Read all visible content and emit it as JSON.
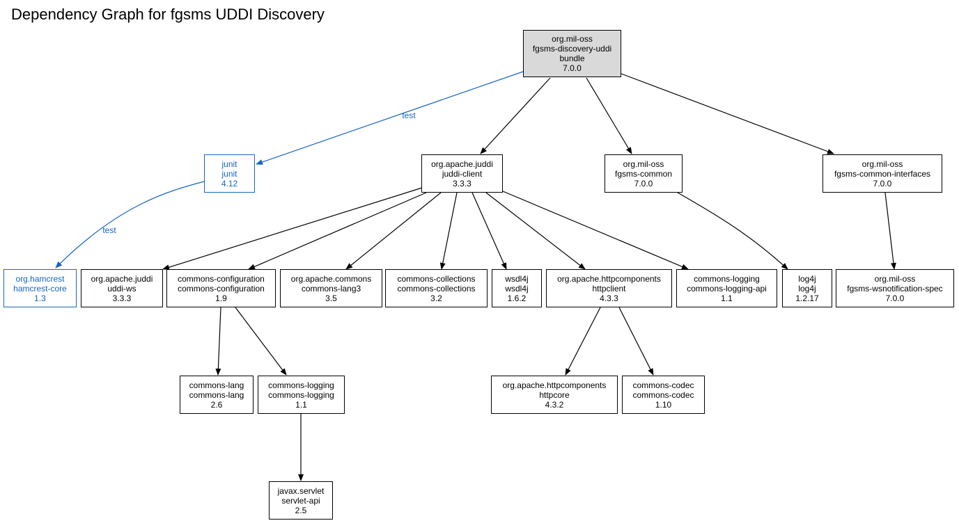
{
  "title": "Dependency Graph for fgsms UDDI Discovery",
  "colors": {
    "normal": "#000000",
    "test": "#1565c0",
    "root_fill": "#d9d9d9"
  },
  "nodes": {
    "root": {
      "group": "org.mil-oss",
      "artifact": "fgsms-discovery-uddi",
      "type": "bundle",
      "version": "7.0.0"
    },
    "junit": {
      "group": "junit",
      "artifact": "junit",
      "version": "4.12"
    },
    "hamcrest": {
      "group": "org.hamcrest",
      "artifact": "hamcrest-core",
      "version": "1.3"
    },
    "juddi_client": {
      "group": "org.apache.juddi",
      "artifact": "juddi-client",
      "version": "3.3.3"
    },
    "fgsms_common": {
      "group": "org.mil-oss",
      "artifact": "fgsms-common",
      "version": "7.0.0"
    },
    "fgsms_common_interfaces": {
      "group": "org.mil-oss",
      "artifact": "fgsms-common-interfaces",
      "version": "7.0.0"
    },
    "uddi_ws": {
      "group": "org.apache.juddi",
      "artifact": "uddi-ws",
      "version": "3.3.3"
    },
    "commons_configuration": {
      "group": "commons-configuration",
      "artifact": "commons-configuration",
      "version": "1.9"
    },
    "commons_lang3": {
      "group": "org.apache.commons",
      "artifact": "commons-lang3",
      "version": "3.5"
    },
    "commons_collections": {
      "group": "commons-collections",
      "artifact": "commons-collections",
      "version": "3.2"
    },
    "wsdl4j": {
      "group": "wsdl4j",
      "artifact": "wsdl4j",
      "version": "1.6.2"
    },
    "httpclient": {
      "group": "org.apache.httpcomponents",
      "artifact": "httpclient",
      "version": "4.3.3"
    },
    "commons_logging_api": {
      "group": "commons-logging",
      "artifact": "commons-logging-api",
      "version": "1.1"
    },
    "log4j": {
      "group": "log4j",
      "artifact": "log4j",
      "version": "1.2.17"
    },
    "wsnotification_spec": {
      "group": "org.mil-oss",
      "artifact": "fgsms-wsnotification-spec",
      "version": "7.0.0"
    },
    "commons_lang": {
      "group": "commons-lang",
      "artifact": "commons-lang",
      "version": "2.6"
    },
    "commons_logging": {
      "group": "commons-logging",
      "artifact": "commons-logging",
      "version": "1.1"
    },
    "httpcore": {
      "group": "org.apache.httpcomponents",
      "artifact": "httpcore",
      "version": "4.3.2"
    },
    "commons_codec": {
      "group": "commons-codec",
      "artifact": "commons-codec",
      "version": "1.10"
    },
    "servlet_api": {
      "group": "javax.servlet",
      "artifact": "servlet-api",
      "version": "2.5"
    }
  },
  "edges": [
    {
      "from": "root",
      "to": "junit",
      "scope": "test",
      "label": "test"
    },
    {
      "from": "junit",
      "to": "hamcrest",
      "scope": "test",
      "label": "test"
    },
    {
      "from": "root",
      "to": "juddi_client"
    },
    {
      "from": "root",
      "to": "fgsms_common"
    },
    {
      "from": "root",
      "to": "fgsms_common_interfaces"
    },
    {
      "from": "juddi_client",
      "to": "uddi_ws"
    },
    {
      "from": "juddi_client",
      "to": "commons_configuration"
    },
    {
      "from": "juddi_client",
      "to": "commons_lang3"
    },
    {
      "from": "juddi_client",
      "to": "commons_collections"
    },
    {
      "from": "juddi_client",
      "to": "wsdl4j"
    },
    {
      "from": "juddi_client",
      "to": "httpclient"
    },
    {
      "from": "juddi_client",
      "to": "commons_logging_api"
    },
    {
      "from": "fgsms_common",
      "to": "log4j"
    },
    {
      "from": "fgsms_common_interfaces",
      "to": "wsnotification_spec"
    },
    {
      "from": "commons_configuration",
      "to": "commons_lang"
    },
    {
      "from": "commons_configuration",
      "to": "commons_logging"
    },
    {
      "from": "httpclient",
      "to": "httpcore"
    },
    {
      "from": "httpclient",
      "to": "commons_codec"
    },
    {
      "from": "commons_logging",
      "to": "servlet_api"
    }
  ]
}
